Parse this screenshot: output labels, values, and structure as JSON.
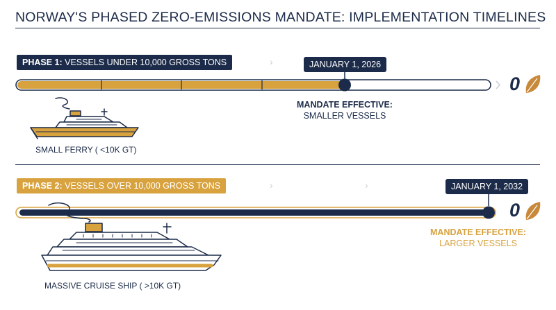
{
  "title": "NORWAY'S PHASED ZERO-EMISSIONS MANDATE: IMPLEMENTATION TIMELINES",
  "phase1": {
    "label_bold": "PHASE 1:",
    "label_rest": " VESSELS UNDER 10,000 GROSS TONS",
    "date": "JANUARY 1, 2026",
    "effective_heading": "MANDATE EFFECTIVE:",
    "effective_sub": "SMALLER VESSELS",
    "ship_caption": "SMALL FERRY ( <10K GT)",
    "zero_mark": "0"
  },
  "phase2": {
    "label_bold": "PHASE 2:",
    "label_rest": " VESSELS OVER 10,000 GROSS TONS",
    "date": "JANUARY 1, 2032",
    "effective_heading": "MANDATE EFFECTIVE:",
    "effective_sub": "LARGER VESSELS",
    "ship_caption": "MASSIVE CRUISE SHIP ( >10K GT)",
    "zero_mark": "0"
  },
  "colors": {
    "navy": "#1c2b49",
    "gold": "#d8a23f",
    "light": "#c9ced6"
  },
  "icons": [
    "chevron-right-icon",
    "leaf-icon",
    "small-ferry-icon",
    "cruise-ship-icon"
  ]
}
